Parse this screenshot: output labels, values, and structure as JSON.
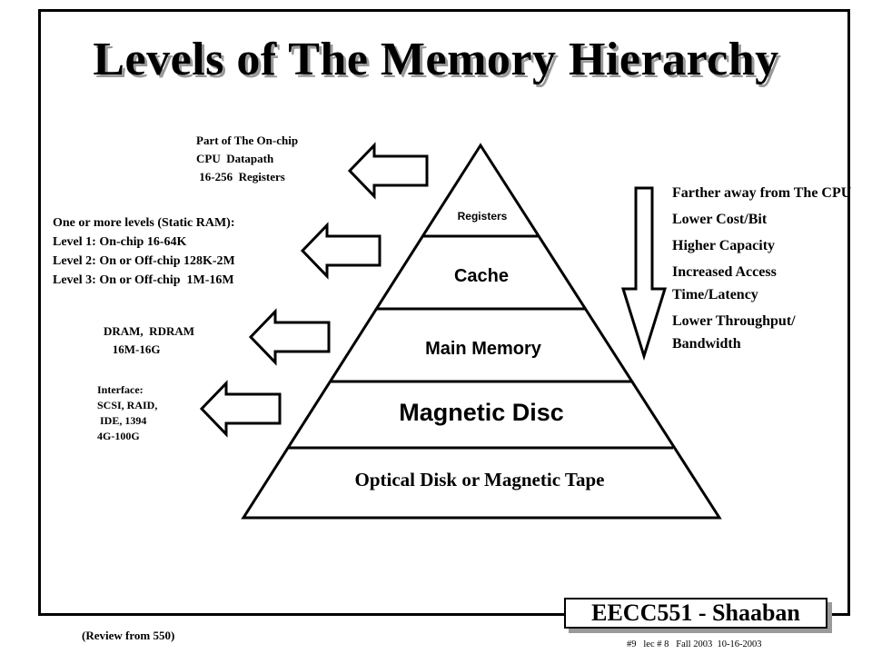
{
  "slide": {
    "title": "Levels of The Memory Hierarchy",
    "levels": [
      {
        "label": "Registers"
      },
      {
        "label": "Cache"
      },
      {
        "label": "Main Memory"
      },
      {
        "label": "Magnetic Disc"
      },
      {
        "label": "Optical Disk or Magnetic Tape"
      }
    ],
    "left_annotations": {
      "registers": [
        "Part of The On-chip",
        "CPU  Datapath",
        " 16-256  Registers"
      ],
      "cache": [
        "One or more levels (Static RAM):",
        "Level 1: On-chip 16-64K",
        "Level 2: On or Off-chip 128K-2M",
        "Level 3: On or Off-chip  1M-16M"
      ],
      "main_memory": [
        "DRAM,  RDRAM",
        "   16M-16G"
      ],
      "disc": [
        "Interface:",
        "SCSI, RAID,",
        " IDE, 1394",
        "4G-100G"
      ]
    },
    "right_list": [
      "Farther away from The CPU",
      "Lower Cost/Bit",
      "Higher Capacity",
      "Increased Access Time/Latency",
      "Lower Throughput/ Bandwidth"
    ],
    "badge": "EECC551 - Shaaban",
    "footer_left": "(Review from 550)",
    "footer_right": "#9   lec # 8   Fall 2003  10-16-2003",
    "colors": {
      "line": "#000000",
      "shadow": "#9a9a9a",
      "background": "#ffffff"
    }
  }
}
